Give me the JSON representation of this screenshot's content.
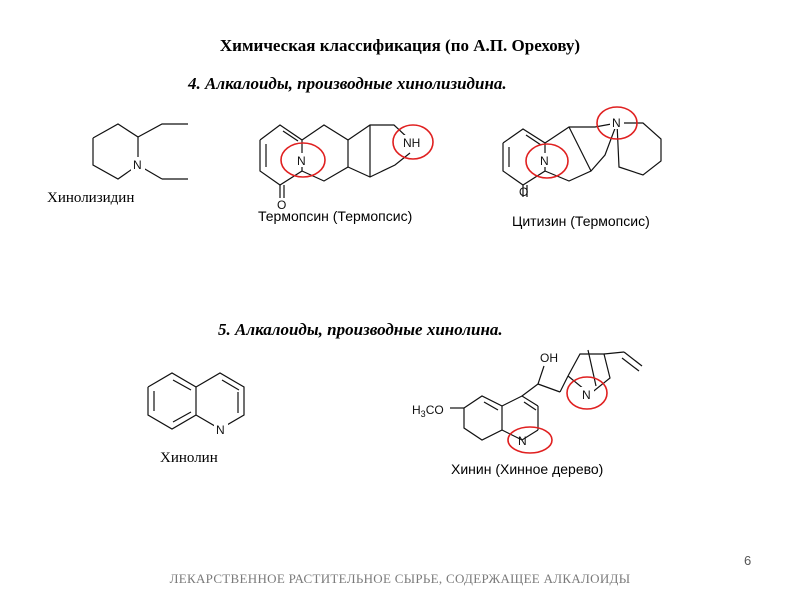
{
  "slide": {
    "title": "Химическая классификация (по А.П. Орехову)",
    "section4": "4. Алкалоиды, производные хинолизидина.",
    "section5": "5. Алкалоиды, производные хинолина.",
    "page_number": "6",
    "footer": "ЛЕКАРСТВЕННОЕ РАСТИТЕЛЬНОЕ СЫРЬЕ, СОДЕРЖАЩЕЕ АЛКАЛОИДЫ"
  },
  "structures": {
    "quinolizidine": {
      "label": "Хинолизидин",
      "atoms": {
        "n": "N"
      }
    },
    "thermopsine": {
      "label": "Термопсин (Термопсис)",
      "atoms": {
        "n": "N",
        "nh": "NH",
        "o": "O"
      }
    },
    "cytisine": {
      "label": "Цитизин (Термопсис)",
      "atoms": {
        "n1": "N",
        "n2": "N",
        "o": "O"
      }
    },
    "quinoline": {
      "label": "Хинолин",
      "atoms": {
        "n": "N"
      }
    },
    "quinine": {
      "label": "Хинин (Хинное дерево)",
      "atoms": {
        "oh": "OH",
        "och3_h": "H",
        "och3_sub": "3",
        "och3_rest": "CO",
        "n_bridge": "N",
        "n_ring": "N"
      }
    }
  },
  "colors": {
    "highlight": "#e02020",
    "footer": "#7a7a7a"
  }
}
